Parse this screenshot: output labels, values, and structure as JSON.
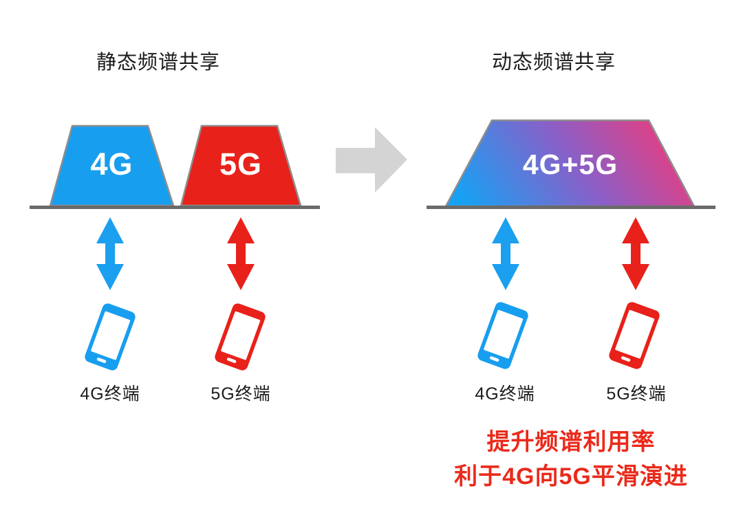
{
  "left": {
    "title": "静态频谱共享",
    "bands": [
      {
        "label": "4G",
        "color": "#189EEF"
      },
      {
        "label": "5G",
        "color": "#E8211A"
      }
    ],
    "terminals": [
      {
        "label": "4G终端",
        "color": "#189EEF"
      },
      {
        "label": "5G终端",
        "color": "#E8211A"
      }
    ]
  },
  "right": {
    "title": "动态频谱共享",
    "band_label": "4G+5G",
    "terminals": [
      {
        "label": "4G终端",
        "color": "#189EEF"
      },
      {
        "label": "5G终端",
        "color": "#E8211A"
      }
    ],
    "notes": [
      "提升频谱利用率",
      "利于4G向5G平滑演进"
    ]
  },
  "icons": {
    "transition_arrow": "right-arrow",
    "updown_arrow": "double-headed-vertical-arrow",
    "terminal": "smartphone"
  },
  "colors": {
    "blue": "#189EEF",
    "red": "#E8211A",
    "gradient_start": "#18A0F3",
    "gradient_mid": "#8A5FC8",
    "gradient_end": "#EE3B7A",
    "transition_arrow_gray": "#D4D4D4",
    "baseline_gray": "#6A6A6A",
    "shape_border_gray": "#8E8E8E",
    "note_red": "#EA2A1B",
    "text_dark": "#1C1C1E"
  }
}
